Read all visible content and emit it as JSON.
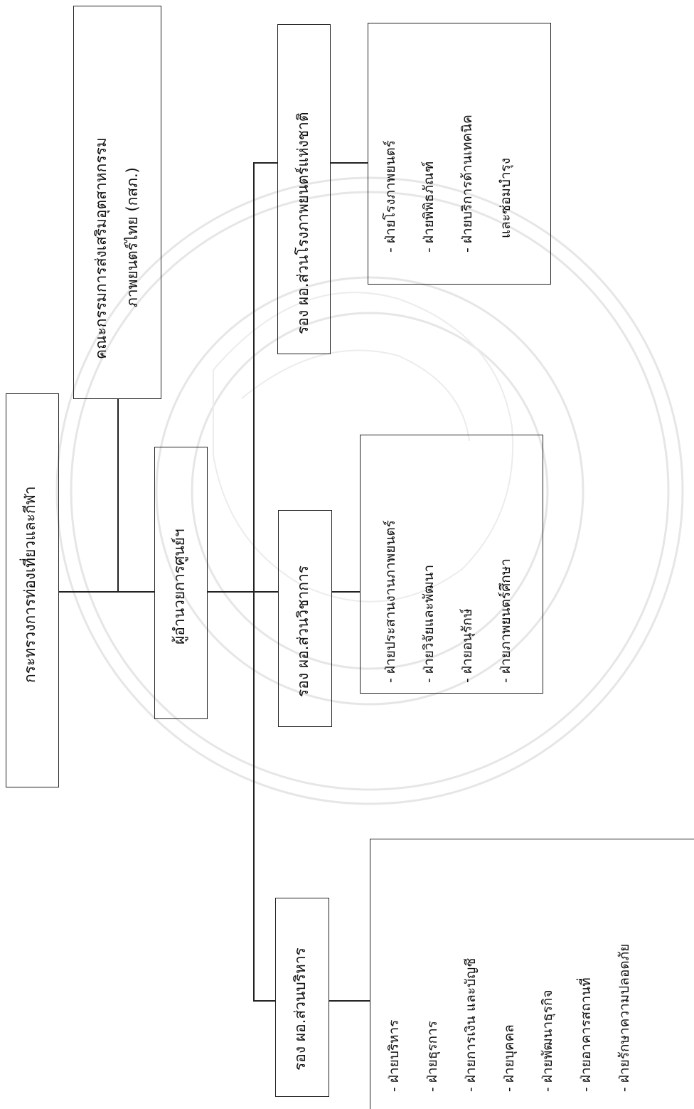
{
  "ministry": "กระทรวงการท่องเที่ยวและกีฬา",
  "committee": {
    "line1": "คณะกรรมการส่งเสริมอุตสาหกรรม",
    "line2": "ภาพยนตร์ไทย (กสภ.)"
  },
  "director": "ผู้อำนวยการศูนย์ฯ",
  "deputies": {
    "cinema": {
      "title": "รอง ผอ.ส่วนโรงภาพยนตร์แห่งชาติ",
      "items": [
        "- ฝ่ายโรงภาพยนตร์",
        "- ฝ่ายพิพิธภัณฑ์",
        "- ฝ่ายบริการด้านเทคนิค"
      ],
      "cont": "และซ่อมบำรุง"
    },
    "academic": {
      "title": "รอง ผอ.ส่วนวิชาการ",
      "items": [
        "- ฝ่ายประสานงานภาพยนตร์",
        "- ฝ่ายวิจัยและพัฒนา",
        "- ฝ่ายอนุรักษ์",
        "- ฝ่ายภาพยนตร์ศึกษา"
      ]
    },
    "admin": {
      "title": "รอง ผอ.ส่วนบริหาร",
      "items": [
        "- ฝ่ายบริหาร",
        "- ฝ่ายธุรการ",
        "- ฝ่ายการเงิน และบัญชี",
        "- ฝ่ายบุคคล",
        "- ฝ่ายพัฒนาธุรกิจ",
        "- ฝ่ายอาคารสถานที่",
        "- ฝ่ายรักษาความปลอดภัย"
      ]
    }
  }
}
